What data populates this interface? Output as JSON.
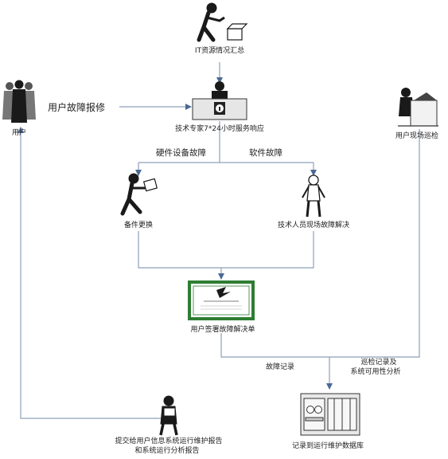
{
  "nodes": {
    "it_summary": "IT资源情况汇总",
    "expert": "技术专家7*24小时服务响应",
    "user": "用户",
    "user_report": "用户故障报修",
    "site_inspection": "用户现场巡检",
    "hardware_fault": "硬件设备故障",
    "software_fault": "软件故障",
    "spare_replace": "备件更换",
    "onsite_fix": "技术人员现场故障解决",
    "sign_form": "用户签署故障解决单",
    "fault_record": "故障记录",
    "inspection_record_1": "巡检记录及",
    "inspection_record_2": "系统可用性分析",
    "record_db": "记录到运行维护数据库",
    "report_1": "提交给用户信息系统运行维护报告",
    "report_2": "和系统运行分析报告"
  },
  "colors": {
    "line": "#8ea0b8",
    "arrow": "#4a6a96",
    "certificate_border": "#2e7d32",
    "figure": "#1a1a1a"
  }
}
